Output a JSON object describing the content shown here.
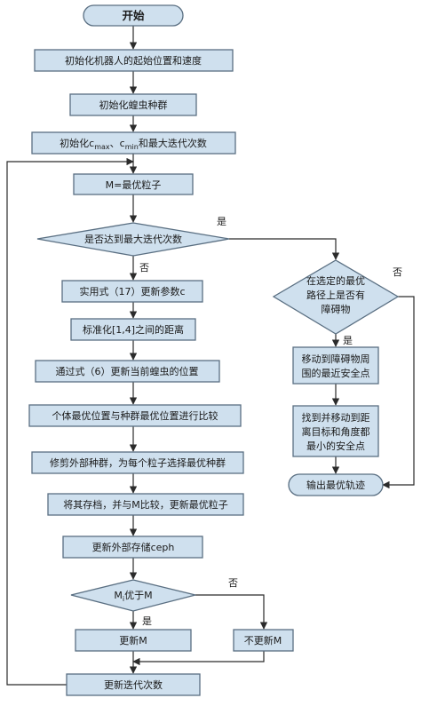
{
  "nodes": {
    "start": "开始",
    "init_pos": "初始化机器人的起始位置和速度",
    "init_pop": "初始化蝗虫种群",
    "init_c_prefix": "初始化c",
    "init_c_sub1": "max",
    "init_c_mid": "、c",
    "init_c_sub2": "min",
    "init_c_suffix": "和最大迭代次数",
    "m_best": "M=最优粒子",
    "max_iter_q": "是否达到最大迭代次数",
    "update_c": "实用式（17）更新参数c",
    "normalize": "标准化[1,4]之间的距离",
    "update_pos": "通过式（6）更新当前蝗虫的位置",
    "compare": "个体最优位置与种群最优位置进行比较",
    "prune": "修剪外部种群，为每个粒子选择最优种群",
    "archive": "将其存档，并与M比较，更新最优粒子",
    "update_ext": "更新外部存储ceph",
    "mi_better_prefix": "M",
    "mi_better_sub": "i",
    "mi_better_suffix": "优于M",
    "update_m": "更新M",
    "no_update_m": "不更新M",
    "update_iter": "更新迭代次数",
    "obstacle_q": [
      "在选定的最优",
      "路径上是否有",
      "障碍物"
    ],
    "move_near": [
      "移动到障碍物周",
      "围的最近安全点"
    ],
    "find_safe": [
      "找到并移动到距",
      "离目标和角度都",
      "最小的安全点"
    ],
    "output": "输出最优轨迹"
  },
  "branch_labels": {
    "yes": "是",
    "no": "否"
  }
}
